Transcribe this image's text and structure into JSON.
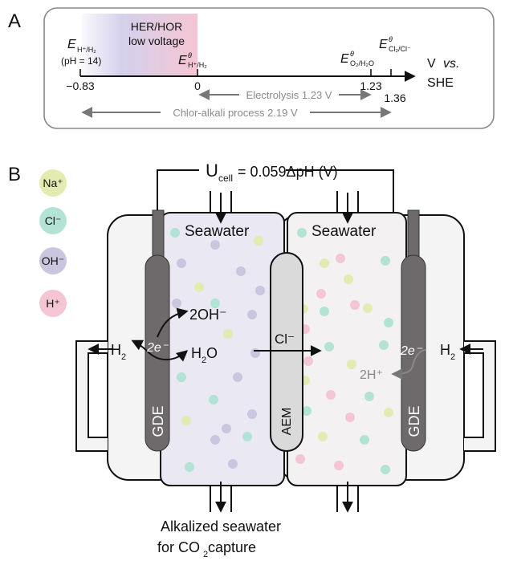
{
  "panel_a": {
    "label": "A",
    "her_hor_line1": "HER/HOR",
    "her_hor_line2": "low voltage",
    "e_left_main": "E",
    "e_left_sub": "H⁺/H₂",
    "e_left_ph": "(pH = 14)",
    "e_mid_main": "E",
    "e_mid_sup": "θ",
    "e_mid_sub": "H⁺/H₂",
    "e_o2_main": "E",
    "e_o2_sup": "θ",
    "e_o2_sub": "O₂/H₂O",
    "e_cl_main": "E",
    "e_cl_sup": "θ",
    "e_cl_sub": "Cl₂/Cl⁻",
    "tick_neg083": "−0.83",
    "tick_0": "0",
    "tick_123": "1.23",
    "tick_136": "1.36",
    "axis_unit_v": "V",
    "axis_unit_vs": "vs.",
    "axis_unit_she": "SHE",
    "electrolysis_label": "Electrolysis 1.23 V",
    "chloralkali_label": "Chlor-alkali process 2.19 V"
  },
  "panel_b": {
    "label": "B",
    "ucell_main": "U",
    "ucell_sub": "cell",
    "ucell_rest": " = 0.059ΔpH (V)",
    "legend": [
      {
        "ion": "Na⁺",
        "color": "#e4ebb0"
      },
      {
        "ion": "Cl⁻",
        "color": "#b3e3d4"
      },
      {
        "ion": "OH⁻",
        "color": "#cac6df"
      },
      {
        "ion": "H⁺",
        "color": "#f4c6d3"
      }
    ],
    "seawater_left": "Seawater",
    "seawater_right": "Seawater",
    "oh_product": "2OH⁻",
    "h2_left_main": "H",
    "h2_left_sub": "2",
    "electrons_left": "2e⁻",
    "h2o_main": "H",
    "h2o_sub": "2",
    "h2o_tail": "O",
    "cl_ion": "Cl⁻",
    "electrons_right": "2e⁻",
    "h2_right_main": "H",
    "h2_right_sub": "2",
    "h_plus_product": "2H⁺",
    "gde_left": "GDE",
    "gde_right": "GDE",
    "membrane": "AEM",
    "outlet_line1": "Alkalized seawater",
    "outlet_line2_pre": "for CO",
    "outlet_line2_sub": "2",
    "outlet_line2_post": " capture"
  },
  "colors": {
    "electrode": "#6e6a6b",
    "chamber_left": "#e9e8f3",
    "chamber_right": "#f3f1f2",
    "cell_body": "#f4f4f4",
    "arrow_grey": "#777777",
    "her_gradient_start": "#d9d3ee",
    "her_gradient_end": "#f4c6d3"
  }
}
